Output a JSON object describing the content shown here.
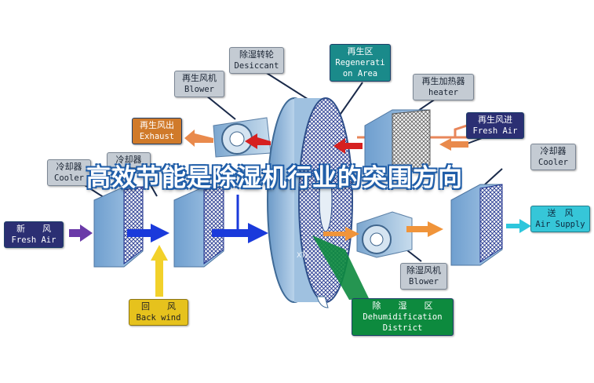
{
  "labels": {
    "desiccant": {
      "zh": "除湿转轮",
      "en": "Desiccant"
    },
    "regen_area": {
      "zh": "再生区",
      "en1": "Regenerati",
      "en2": "on Area"
    },
    "regen_blower": {
      "zh": "再生风机",
      "en": "Blower"
    },
    "regen_heater": {
      "zh": "再生加热器",
      "en": "heater"
    },
    "regen_exhaust": {
      "zh": "再生风出",
      "en": "Exhaust"
    },
    "regen_fresh_air": {
      "zh": "再生风进",
      "en": "Fresh Air"
    },
    "cooler_left": {
      "zh": "冷却器",
      "en": "Cooler"
    },
    "cooler_mid": {
      "zh": "冷却器"
    },
    "cooler_right": {
      "zh": "冷却器",
      "en": "Cooler"
    },
    "fresh_air_in": {
      "zh": "新　　风",
      "en": "Fresh Air"
    },
    "back_wind": {
      "zh": "回　　风",
      "en": "Back wind"
    },
    "dehum_blower": {
      "zh": "除湿风机",
      "en": "Blower"
    },
    "dehum_district": {
      "zh": "除　　湿　　区",
      "en1": "Dehumidification",
      "en2": "District"
    },
    "air_supply": {
      "zh": "送　风",
      "en": "Air Supply"
    }
  },
  "headline": "高效节能是除湿机行业的突围方向",
  "wheel_mark": "XTL"
}
